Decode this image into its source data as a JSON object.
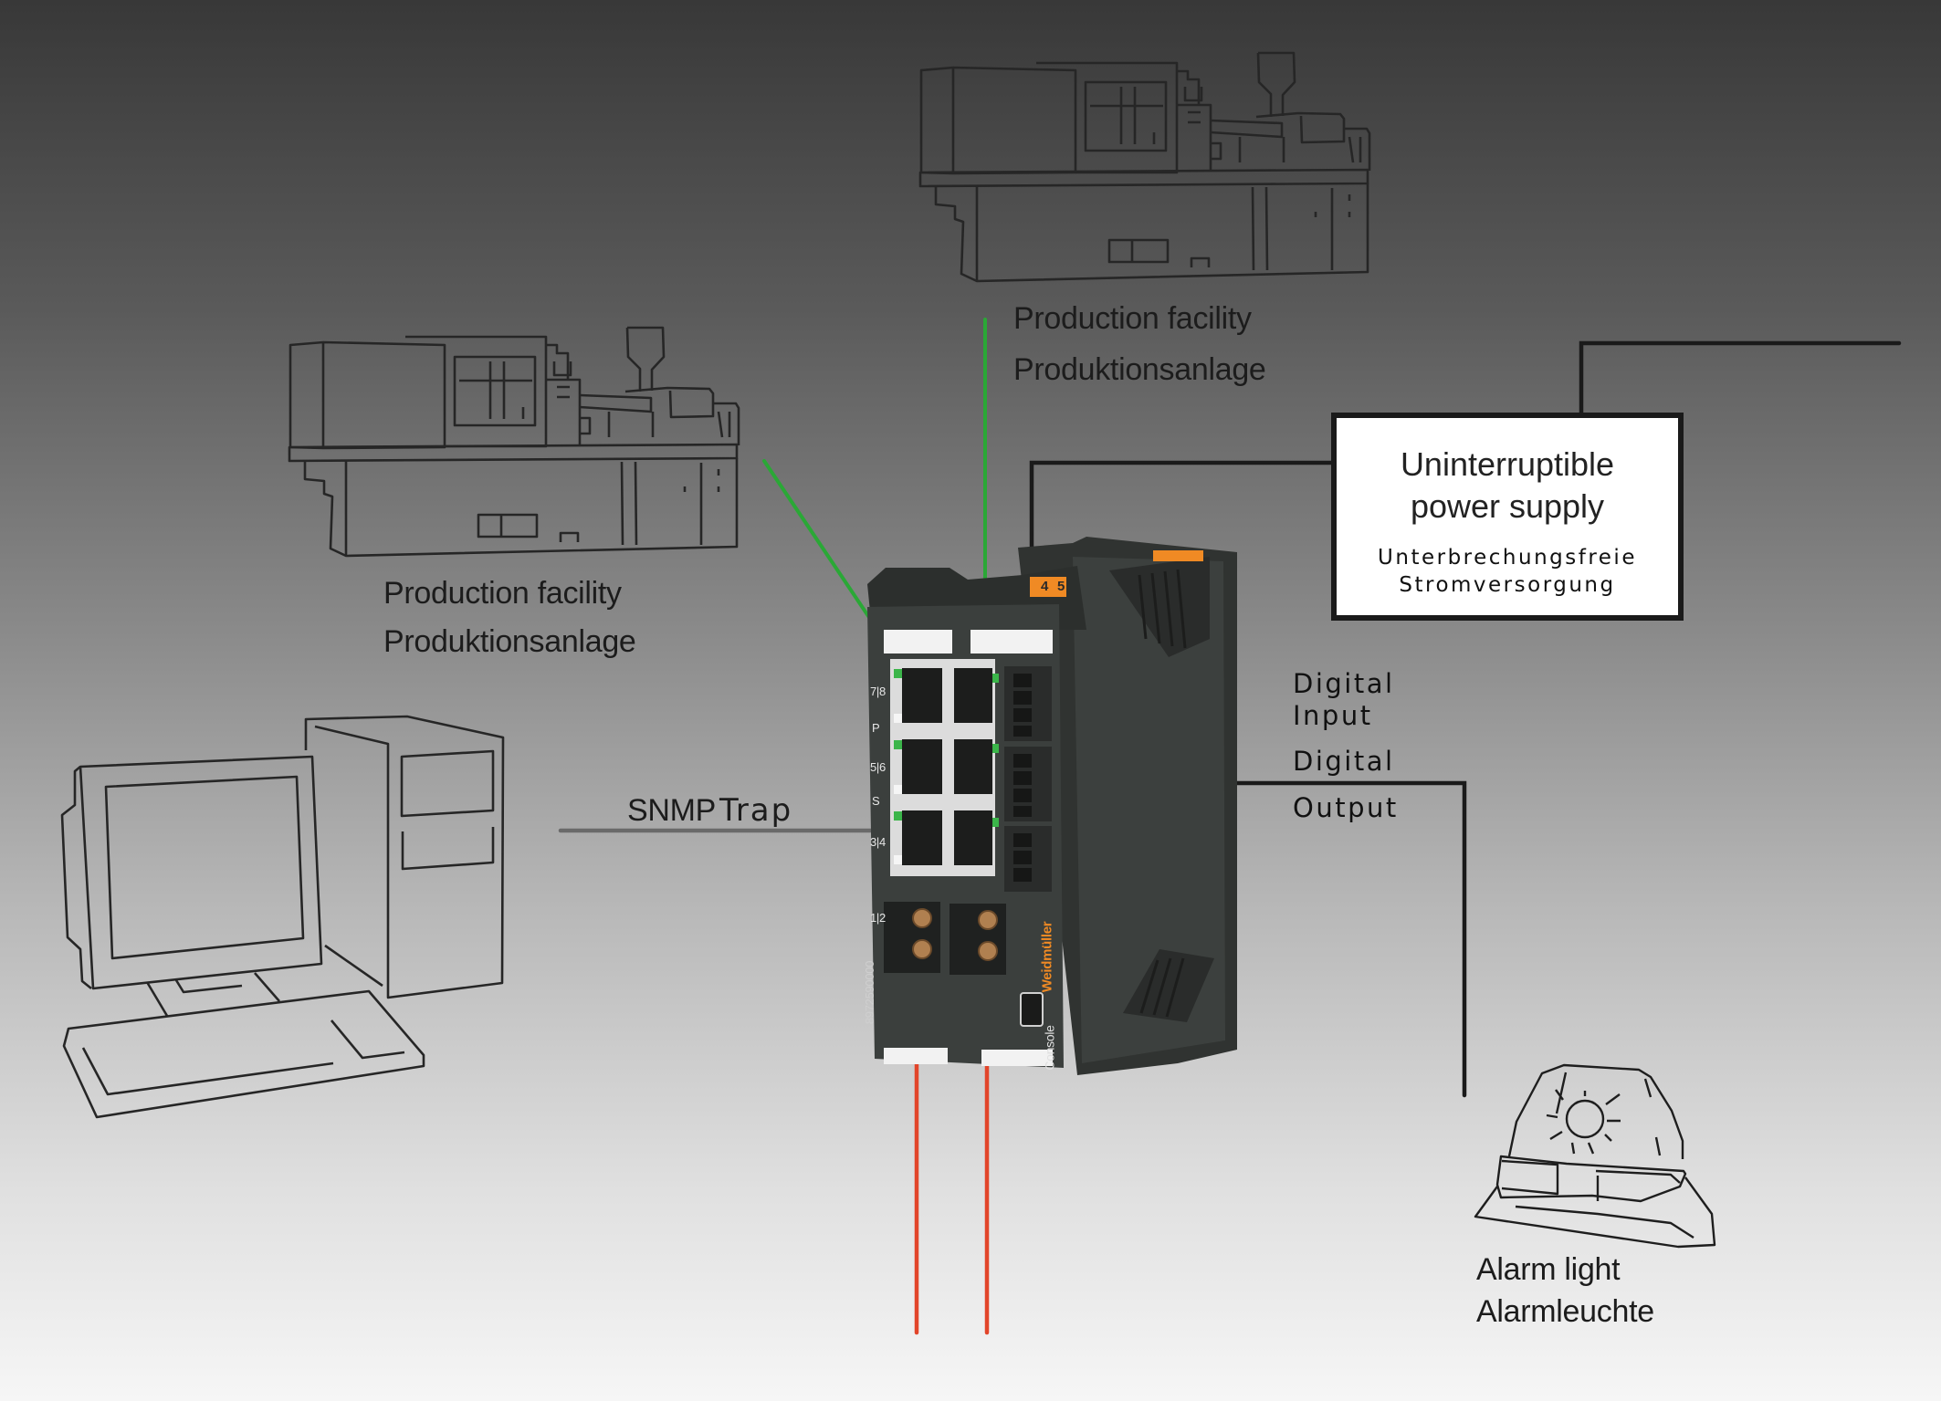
{
  "diagram": {
    "title": "Weidmüller managed switch – network integration",
    "colors": {
      "ethernet_line": "#2aa836",
      "fiber_line": "#e2452a",
      "power_line": "#1a1a1a",
      "snmp_line": "#6e6e6e",
      "sketch_stroke": "#1e1e1e",
      "device_body": "#3a3d3b",
      "device_accent": "#f08a24"
    },
    "nodes": {
      "facility_top": {
        "label_en": "Production facility",
        "label_de": "Produktionsanlage",
        "icon": "injection-molding-machine"
      },
      "facility_left": {
        "label_en": "Production facility",
        "label_de": "Produktionsanlage",
        "icon": "injection-molding-machine"
      },
      "computer": {
        "icon": "desktop-computer"
      },
      "ups": {
        "label_en_line1": "Uninterruptible",
        "label_en_line2": "power supply",
        "label_de_line1": "Unterbrechungsfreie",
        "label_de_line2": "Stromversorgung"
      },
      "alarm": {
        "label_en": "Alarm light",
        "label_de": "Alarmleuchte",
        "icon": "beacon-light"
      },
      "switch": {
        "brand": "Weidmüller",
        "part_number": "8972590000",
        "port_labels": [
          "7|8",
          "P",
          "5|6",
          "S",
          "3|4",
          "1|2"
        ],
        "console_label": "Console",
        "terminal_numbers": [
          "4",
          "5"
        ]
      }
    },
    "connections": {
      "snmp": {
        "label_part1": "SNMP",
        "label_part2": "Trap"
      },
      "digital_input": {
        "label_line1": "Digital",
        "label_line2": "Input"
      },
      "digital_output": {
        "label_line1": "Digital",
        "label_line2": "Output"
      }
    }
  }
}
